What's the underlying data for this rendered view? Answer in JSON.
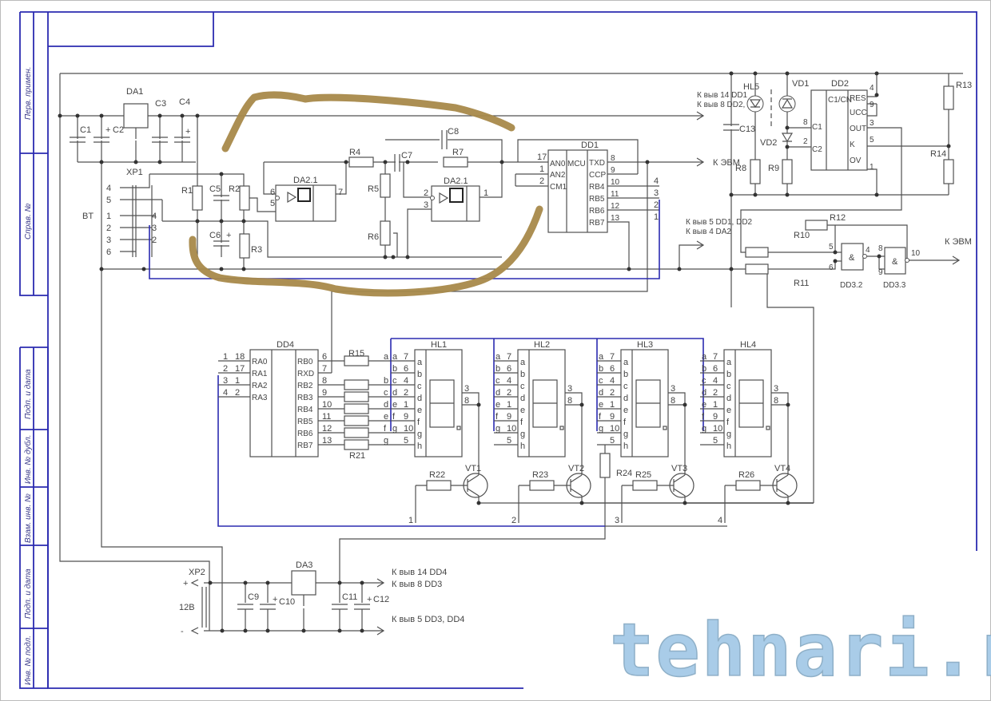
{
  "title_block": {
    "cells": [
      "Перв. примен.",
      "Справ. №",
      "Подп. и дата",
      "Инв. № дубл.",
      "Взам. инв. №",
      "Подп. и дата",
      "Инв. № подл."
    ]
  },
  "power_top": {
    "da1": "DA1",
    "c1": "C1",
    "c2": "C2",
    "c3": "C3",
    "c4": "C4",
    "plus": "+",
    "note1": "К выв 14 DD1",
    "note2": "К выв 8 DD2, DA2"
  },
  "connector": {
    "name": "XP1",
    "bt": "BT",
    "pins_left": [
      "4",
      "5",
      "1",
      "2",
      "3",
      "6"
    ],
    "pins_right": [
      "4",
      "3",
      "2"
    ]
  },
  "input": {
    "r1": "R1",
    "c5": "C5",
    "r2": "R2",
    "c6": "C6",
    "r3": "R3",
    "plus": "+"
  },
  "opamp1": {
    "name": "DA2.1",
    "pins": [
      "6",
      "5",
      "7"
    ]
  },
  "filter": {
    "r4": "R4",
    "r5": "R5",
    "r6": "R6",
    "c7": "C7",
    "c8": "C8",
    "r7": "R7"
  },
  "opamp2": {
    "name": "DA2.1",
    "pins": [
      "2",
      "3",
      "1"
    ]
  },
  "mcu": {
    "name": "DD1",
    "core": "MCU",
    "left_pins": [
      {
        "num": "17",
        "label": "AN0"
      },
      {
        "num": "1",
        "label": "AN2"
      },
      {
        "num": "2",
        "label": "CM1"
      }
    ],
    "right_pins": [
      {
        "num": "8",
        "label": "TXD"
      },
      {
        "num": "9",
        "label": "CCP"
      },
      {
        "num": "10",
        "label": "RB4"
      },
      {
        "num": "11",
        "label": "RB5"
      },
      {
        "num": "12",
        "label": "RB6"
      },
      {
        "num": "13",
        "label": "RB7"
      }
    ],
    "bus_nums": [
      "4",
      "3",
      "2",
      "1"
    ],
    "out": "К ЭВМ",
    "note1": "К выв 5 DD1, DD2",
    "note2": "К выв 4 DA2"
  },
  "detector": {
    "hl5": "HL5",
    "vd1": "VD1",
    "vd2": "VD2",
    "c13": "C13",
    "r8": "R8",
    "r9": "R9",
    "r13": "R13",
    "r14": "R14"
  },
  "timer": {
    "name": "DD2",
    "func": "C1/CN",
    "labels": [
      "RES",
      "UCC",
      "OUT",
      "K",
      "OV",
      "C1",
      "C2"
    ],
    "pins": [
      "4",
      "9",
      "3",
      "5",
      "1",
      "8",
      "2"
    ]
  },
  "gates": {
    "r10": "R10",
    "r11": "R11",
    "r12": "R12",
    "g1": "DD3.2",
    "g2": "DD3.3",
    "sym": "&",
    "pins": [
      "5",
      "6",
      "4",
      "8",
      "9",
      "10"
    ],
    "out": "К ЭВМ"
  },
  "driver": {
    "name": "DD4",
    "left_pins": [
      {
        "a": "1",
        "b": "18",
        "label": "RA0"
      },
      {
        "a": "2",
        "b": "17",
        "label": "RA1"
      },
      {
        "a": "3",
        "b": "1",
        "label": "RA2"
      },
      {
        "a": "4",
        "b": "2",
        "label": "RA3"
      }
    ],
    "right_pins": [
      {
        "num": "6",
        "label": "RB0",
        "seg": "a"
      },
      {
        "num": "7",
        "label": "RXD",
        "seg": ""
      },
      {
        "num": "8",
        "label": "RB2",
        "seg": "b"
      },
      {
        "num": "9",
        "label": "RB3",
        "seg": "c"
      },
      {
        "num": "10",
        "label": "RB4",
        "seg": "d"
      },
      {
        "num": "11",
        "label": "RB5",
        "seg": "e"
      },
      {
        "num": "12",
        "label": "RB6",
        "seg": "f"
      },
      {
        "num": "13",
        "label": "RB7",
        "seg": "g"
      }
    ],
    "r15": "R15",
    "r21": "R21"
  },
  "displays": [
    {
      "name": "HL1",
      "transistor": "VT1",
      "resistor": "R22",
      "line": "1"
    },
    {
      "name": "HL2",
      "transistor": "VT2",
      "resistor": "R23",
      "line": "2"
    },
    {
      "name": "HL3",
      "transistor": "VT3",
      "resistor": "R25",
      "line": "3"
    },
    {
      "name": "HL4",
      "transistor": "VT4",
      "resistor": "R26",
      "line": "4"
    }
  ],
  "display_pins": {
    "seg": [
      "a",
      "b",
      "c",
      "d",
      "e",
      "f",
      "g",
      "h"
    ],
    "nums": [
      "7",
      "6",
      "4",
      "2",
      "1",
      "9",
      "10",
      "5"
    ],
    "right": [
      "3",
      "8"
    ]
  },
  "r24": "R24",
  "power_bottom": {
    "xp2": "XP2",
    "voltage": "12В",
    "plus": "+",
    "minus": "-",
    "da3": "DA3",
    "c9": "C9",
    "c10": "C10",
    "c11": "C11",
    "c12": "C12",
    "note1": "К выв 14 DD4",
    "note2": "К выв 8 DD3",
    "note3": "К выв 5 DD3, DD4"
  },
  "watermark": "tehnari.ru"
}
